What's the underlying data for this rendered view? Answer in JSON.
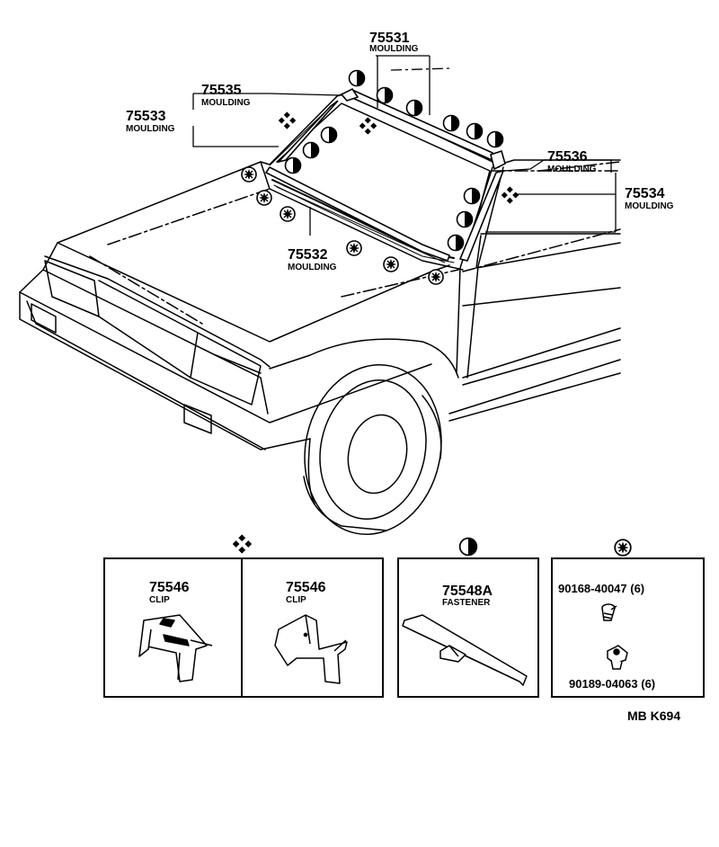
{
  "diagram": {
    "callouts": [
      {
        "number": "75531",
        "label": "MOULDING"
      },
      {
        "number": "75535",
        "label": "MOULDING"
      },
      {
        "number": "75533",
        "label": "MOULDING"
      },
      {
        "number": "75536",
        "label": "MOULDING"
      },
      {
        "number": "75534",
        "label": "MOULDING"
      },
      {
        "number": "75532",
        "label": "MOULDING"
      }
    ],
    "legend_boxes": {
      "clip_a": {
        "number": "75546",
        "label": "CLIP"
      },
      "clip_b": {
        "number": "75546",
        "label": "CLIP"
      },
      "fastener": {
        "number": "75548A",
        "label": "FASTENER"
      },
      "screw": {
        "part": "90168-40047 (6)"
      },
      "nut": {
        "part": "90189-04063 (6)"
      }
    },
    "symbols": {
      "clip": "diamond-cluster-icon",
      "fastener": "half-filled-circle-icon",
      "screw": "star-circle-icon"
    },
    "footer_code": "MB K694"
  }
}
